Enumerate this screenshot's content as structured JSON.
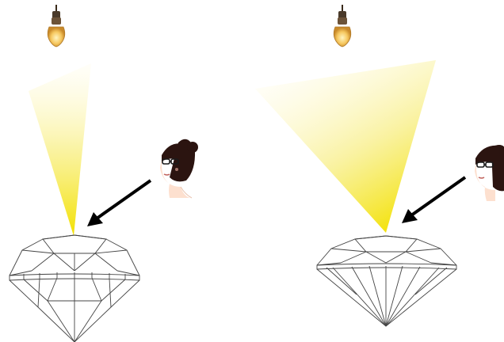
{
  "scenes": [
    {
      "id": "left-scene",
      "light_spread": "narrow",
      "diamond_cut": "deep"
    },
    {
      "id": "right-scene",
      "light_spread": "wide",
      "diamond_cut": "shallow"
    }
  ],
  "colors": {
    "light_beam": "#f6e531",
    "bulb_glow": "#f4c35a",
    "bulb_socket": "#4a3a2a",
    "arrow": "#000000",
    "hair": "#2b1410",
    "skin": "#fde0cf",
    "glasses": "#1a1a1a",
    "diamond_stroke": "#444444"
  },
  "icons": [
    "light-bulb-icon",
    "viewer-face-icon",
    "diamond-icon",
    "arrow-icon"
  ]
}
